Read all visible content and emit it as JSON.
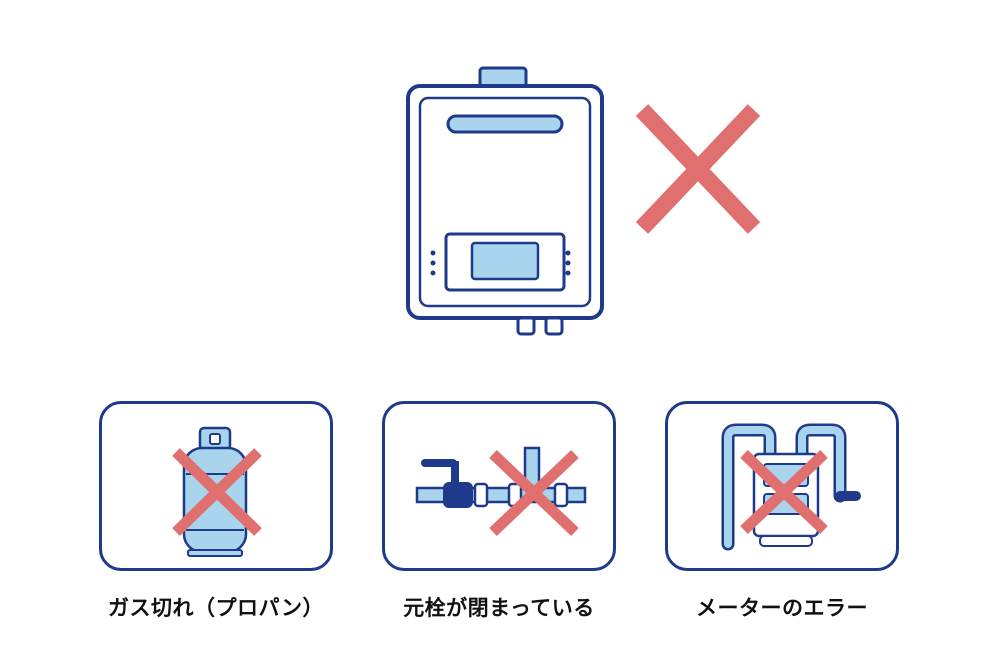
{
  "colors": {
    "outline": "#1f3a8a",
    "accent_fill": "#a9d4ee",
    "cross": "#e07070"
  },
  "captions": [
    "ガス切れ（プロパン）",
    "元栓が閉まっている",
    "メーターのエラー"
  ],
  "icons": {
    "main": "water-heater-icon",
    "main_status": "cross-icon",
    "cards": [
      "propane-tank-icon",
      "gas-valve-icon",
      "gas-meter-icon"
    ]
  }
}
